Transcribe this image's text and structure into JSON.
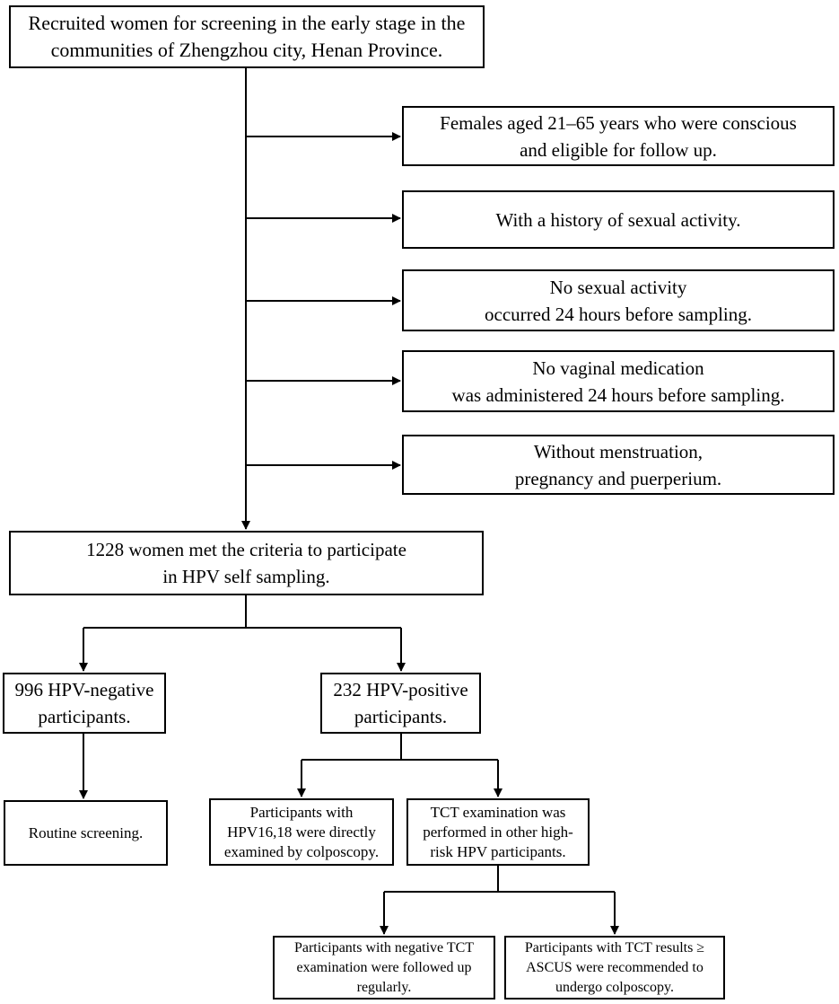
{
  "flowchart": {
    "recruit": "Recruited women for screening in the early stage in the\ncommunities of Zhengzhou city, Henan Province.",
    "criteria": [
      "Females aged 21–65 years who were conscious\nand eligible for follow up.",
      "With a history of sexual activity.",
      "No sexual activity\noccurred 24 hours before sampling.",
      "No vaginal medication\nwas administered 24 hours before sampling.",
      "Without menstruation,\npregnancy and puerperium."
    ],
    "met_criteria": "1228 women met the criteria to participate\nin HPV self sampling.",
    "hpv_negative": "996 HPV-negative\nparticipants.",
    "hpv_positive": "232 HPV-positive\nparticipants.",
    "routine": "Routine screening.",
    "hpv16_18": "Participants with\nHPV16,18 were directly\nexamined by colposcopy.",
    "tct_exam": "TCT examination was\nperformed in other high-\nrisk HPV participants.",
    "tct_negative": "Participants with negative TCT\nexamination were followed up\nregularly.",
    "tct_ascus": "Participants with TCT results ≥\nASCUS were recommended to\nundergo colposcopy."
  }
}
